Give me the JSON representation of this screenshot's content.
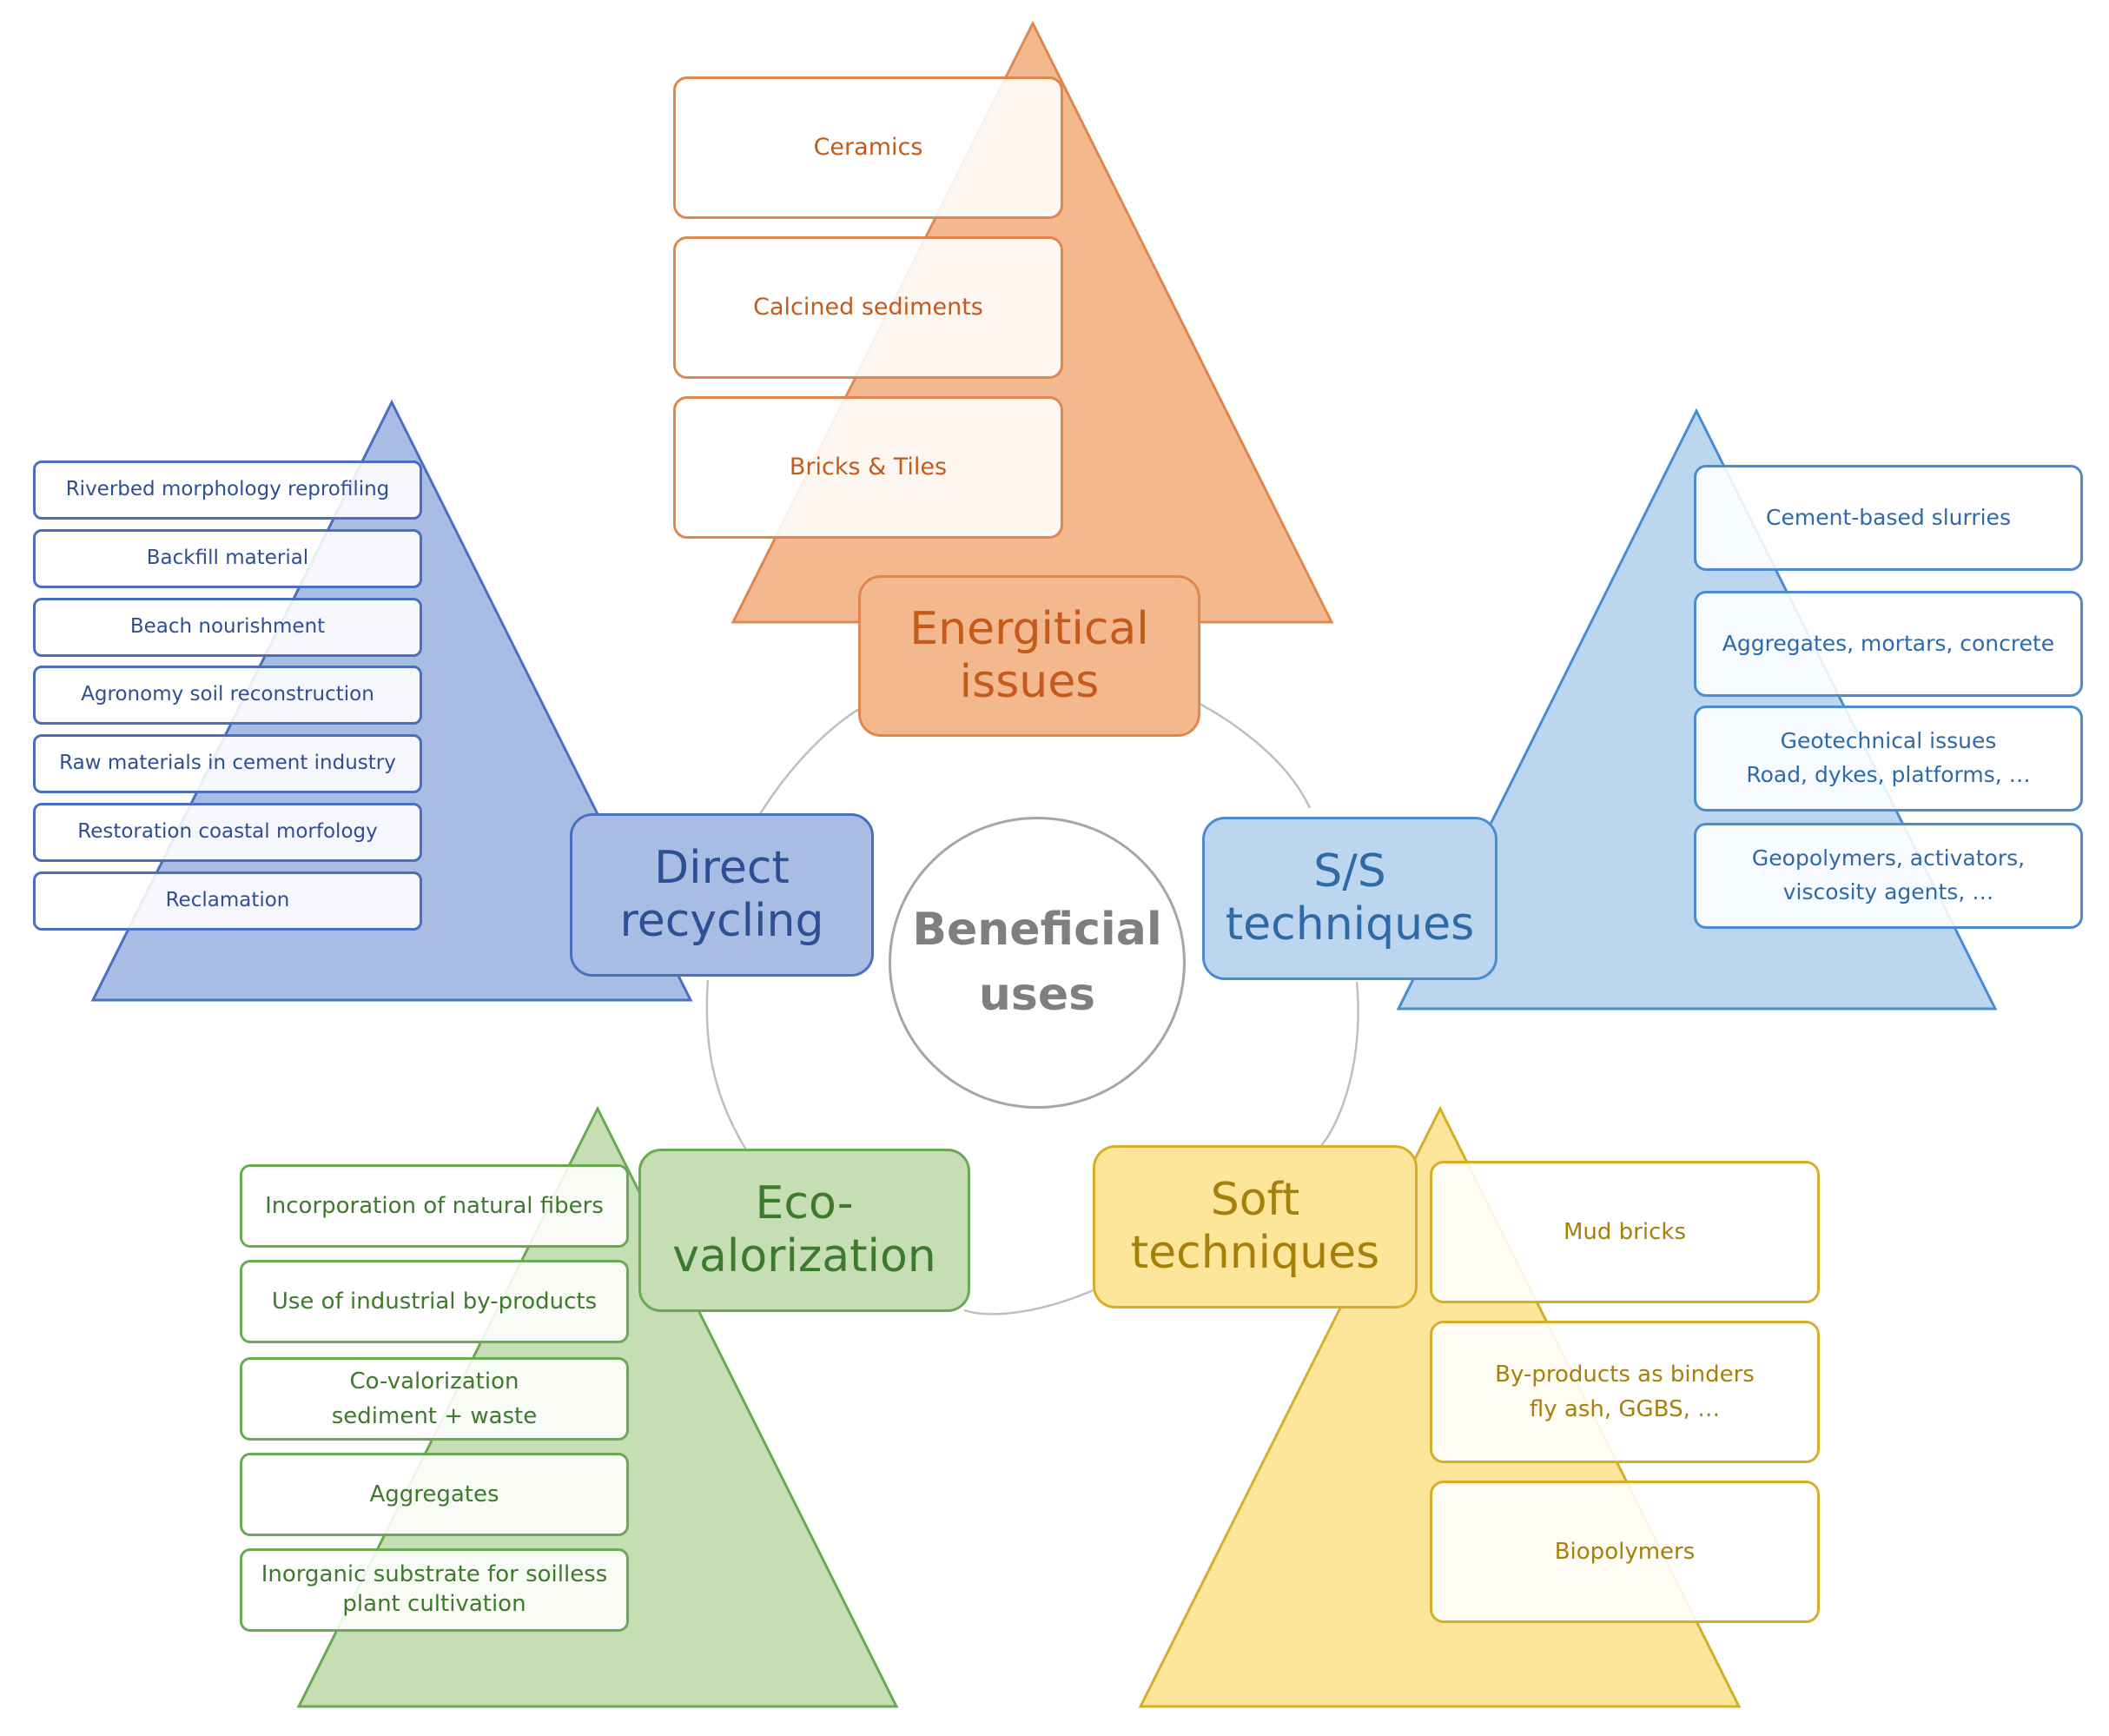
{
  "center": {
    "line1": "Beneficial",
    "line2": "uses"
  },
  "categories": {
    "energetic": {
      "title_line1": "Energitical",
      "title_line2": "issues",
      "items": [
        "Ceramics",
        "Calcined sediments",
        "Bricks & Tiles"
      ],
      "color_fill": "#f4b88f",
      "color_stroke": "#e0864f",
      "color_text": "#c55a1b"
    },
    "direct": {
      "title_line1": "Direct",
      "title_line2": "recycling",
      "items": [
        "Riverbed morphology reprofiling",
        "Backfill material",
        "Beach nourishment",
        "Agronomy soil reconstruction",
        "Raw materials in cement industry",
        "Restoration coastal morfology",
        "Reclamation"
      ],
      "color_fill": "#a9bde4",
      "color_stroke": "#4a6fbf",
      "color_text": "#2f4f94"
    },
    "ss": {
      "title_line1": "S/S",
      "title_line2": "techniques",
      "items": [
        {
          "line1": "Cement-based slurries",
          "line2": ""
        },
        {
          "line1": "Aggregates, mortars, concrete",
          "line2": ""
        },
        {
          "line1": "Geotechnical issues",
          "line2": "Road, dykes, platforms, …"
        },
        {
          "line1": "Geopolymers, activators,",
          "line2": "viscosity agents, …"
        }
      ],
      "color_fill": "#bcd6f0",
      "color_stroke": "#4b8bd0",
      "color_text": "#2e69a8"
    },
    "eco": {
      "title_line1": "Eco-",
      "title_line2": "valorization",
      "items": [
        {
          "line1": "Incorporation of natural fibers",
          "line2": ""
        },
        {
          "line1": "Use of industrial by-products",
          "line2": ""
        },
        {
          "line1": "Co-valorization",
          "line2": "sediment + waste"
        },
        {
          "line1": "Aggregates",
          "line2": ""
        },
        {
          "line1": "Inorganic substrate for soilless",
          "line2": "plant cultivation"
        }
      ],
      "color_fill": "#c5deb3",
      "color_stroke": "#6aaa55",
      "color_text": "#3d7a2d"
    },
    "soft": {
      "title_line1": "Soft",
      "title_line2": "techniques",
      "items": [
        {
          "line1": "Mud bricks",
          "line2": ""
        },
        {
          "line1": "By-products as binders",
          "line2": "fly ash, GGBS, …"
        },
        {
          "line1": "Biopolymers",
          "line2": ""
        }
      ],
      "color_fill": "#fde59a",
      "color_stroke": "#d7ae2a",
      "color_text": "#a7800b"
    }
  }
}
